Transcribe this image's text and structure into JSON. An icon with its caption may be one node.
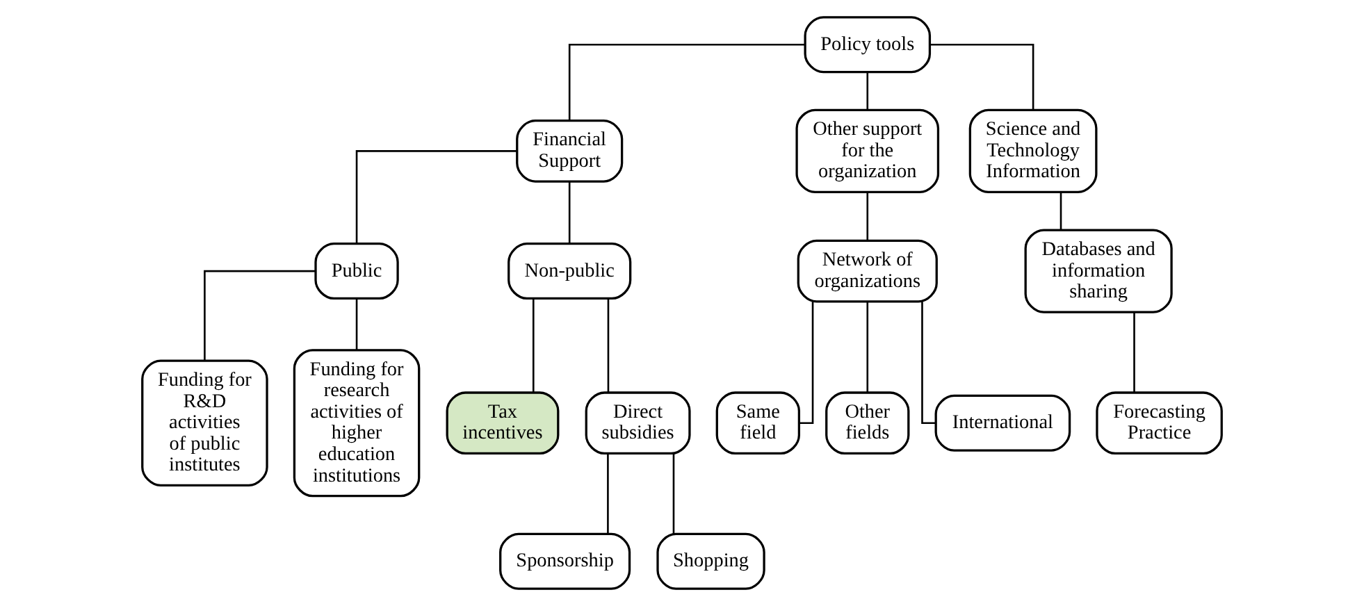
{
  "diagram": {
    "nodes": [
      {
        "text": [
          "Policy tools"
        ]
      },
      {
        "text": [
          "Financial Support"
        ]
      },
      {
        "text": [
          "Other support for the organization"
        ]
      },
      {
        "text": [
          "Science and Technology Information"
        ]
      },
      {
        "text": [
          "Public"
        ]
      },
      {
        "text": [
          "Non-public"
        ]
      },
      {
        "text": [
          "Network of organizations"
        ]
      },
      {
        "text": [
          "Databases and information sharing"
        ]
      },
      {
        "text": [
          "Funding for R&D activities of public institutes"
        ]
      },
      {
        "text": [
          "Funding for research activities of higher education institutions"
        ]
      },
      {
        "text": [
          "Tax incentives"
        ]
      },
      {
        "text": [
          "Direct subsidies"
        ]
      },
      {
        "text": [
          "Same field"
        ]
      },
      {
        "text": [
          "Other fields"
        ]
      },
      {
        "text": [
          "International"
        ]
      },
      {
        "text": [
          "Forecasting Practice"
        ]
      },
      {
        "text": [
          "Sponsorship"
        ]
      },
      {
        "text": [
          "Shopping"
        ]
      }
    ],
    "edges": [
      {
        "from": 0,
        "to": 1,
        "arrow": "none"
      },
      {
        "from": 0,
        "to": 2,
        "arrow": "none"
      },
      {
        "from": 0,
        "to": 3,
        "arrow": "none"
      },
      {
        "from": 1,
        "to": 4,
        "arrow": "none"
      },
      {
        "from": 1,
        "to": 5,
        "arrow": "none"
      },
      {
        "from": 2,
        "to": 6,
        "arrow": "none"
      },
      {
        "from": 3,
        "to": 7,
        "arrow": "none"
      },
      {
        "from": 4,
        "to": 8,
        "arrow": "none"
      },
      {
        "from": 4,
        "to": 9,
        "arrow": "none"
      },
      {
        "from": 5,
        "to": 10,
        "arrow": "none"
      },
      {
        "from": 5,
        "to": 11,
        "arrow": "none"
      },
      {
        "from": 6,
        "to": 12,
        "arrow": "none"
      },
      {
        "from": 6,
        "to": 13,
        "arrow": "none"
      },
      {
        "from": 6,
        "to": 14,
        "arrow": "none"
      },
      {
        "from": 7,
        "to": 15,
        "arrow": "none"
      },
      {
        "from": 11,
        "to": 16,
        "arrow": "none"
      },
      {
        "from": 11,
        "to": 17,
        "arrow": "none"
      }
    ]
  }
}
